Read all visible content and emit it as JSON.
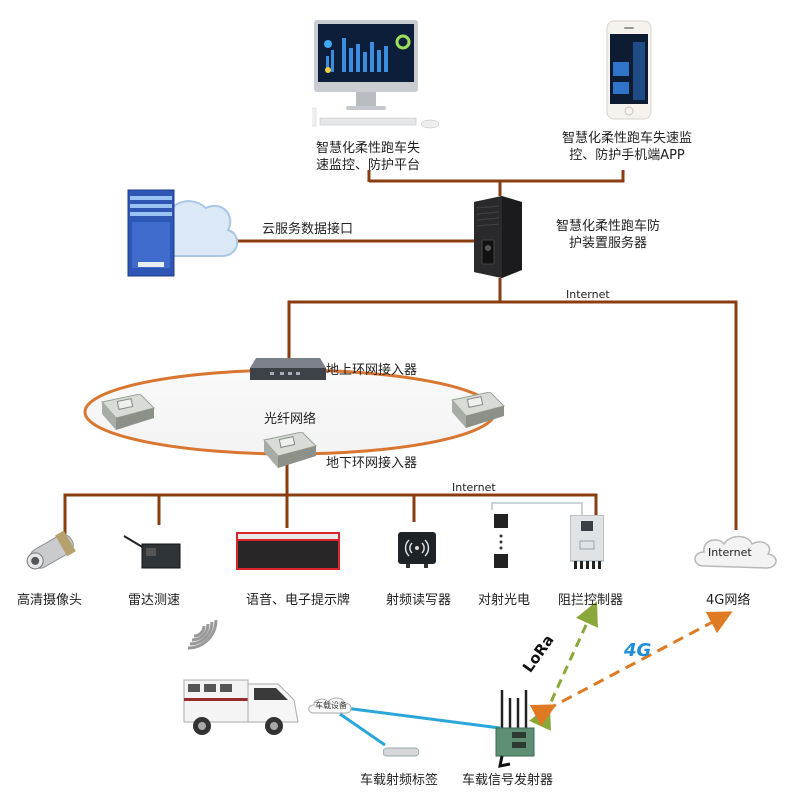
{
  "diagram": {
    "title": "",
    "colors": {
      "wire": "#8b3d12",
      "ring": "#d9762f",
      "lora_arrow": "#8aa83a",
      "g4_arrow": "#e07a22",
      "vehicle_link": "#2aa6d8"
    },
    "nodes": {
      "platform": {
        "label_line1": "智慧化柔性跑车失",
        "label_line2": "速监控、防护平台",
        "icon": "desktop-monitor-icon"
      },
      "mobile_app": {
        "label_line1": "智慧化柔性跑车失速监",
        "label_line2": "控、防护手机端APP",
        "icon": "smartphone-icon"
      },
      "cloud": {
        "label": "云服务数据接口",
        "icon": "cloud-server-icon"
      },
      "server": {
        "label_line1": "智慧化柔性跑车防",
        "label_line2": "护装置服务器",
        "icon": "tower-server-icon"
      },
      "internet_top": {
        "label": "Internet"
      },
      "ring_upper": {
        "label": "地上环网接入器",
        "icon": "network-switch-icon"
      },
      "ring_network": {
        "label": "光纤网络"
      },
      "ring_lower": {
        "label": "地下环网接入器",
        "icon": "ring-access-box-icon"
      },
      "internet_bus": {
        "label": "Internet"
      },
      "devices": [
        {
          "label": "高清摄像头",
          "icon": "camera-icon"
        },
        {
          "label": "雷达测速",
          "icon": "radar-board-icon"
        },
        {
          "label": "语音、电子提示牌",
          "icon": "led-sign-icon"
        },
        {
          "label": "射频读写器",
          "icon": "rfid-reader-icon"
        },
        {
          "label": "对射光电",
          "icon": "photoelectric-sensor-icon"
        },
        {
          "label": "阻拦控制器",
          "icon": "controller-box-icon"
        }
      ],
      "internet_cloud": {
        "label": "Internet",
        "caption": "4G网络"
      },
      "vehicle": {
        "icon": "vehicle-icon",
        "device_cloud": "车载设备"
      },
      "rfid_tag": {
        "label": "车载射频标签",
        "icon": "rfid-tag-icon"
      },
      "transmitter": {
        "label": "车载信号发射器",
        "icon": "signal-transmitter-icon"
      },
      "lora": {
        "label": "LoRa"
      },
      "g4": {
        "label": "4G"
      }
    }
  }
}
